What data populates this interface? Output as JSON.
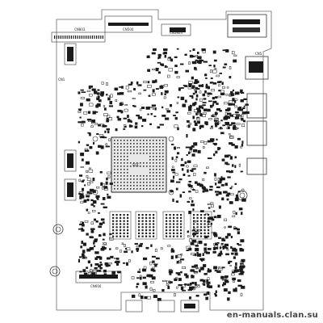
{
  "watermark": "en-manuals.clan.su",
  "labels": {
    "cn_top_left": "CN803",
    "cn_top_center": "CN500",
    "cn_top_right": "CN5803",
    "cn_left_mid": "CN1",
    "cn_right_top": "CN5",
    "soc_label": "SOC",
    "cn_bottom": "CN600"
  },
  "colors": {
    "outline": "#6b6b6b",
    "component": "#1a1a1a",
    "background": "#ffffff"
  }
}
